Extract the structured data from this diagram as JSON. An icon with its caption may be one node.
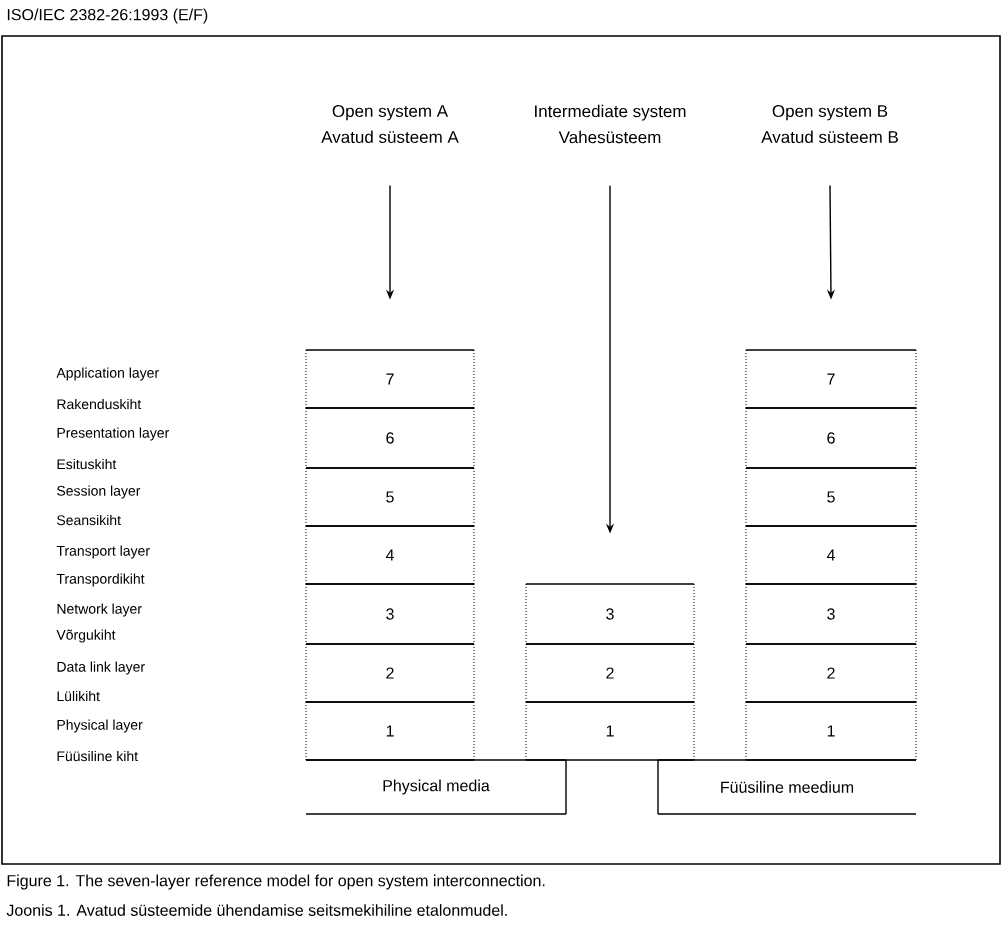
{
  "diagram": {
    "title": "ISO/IEC 2382-26:1993 (E/F)",
    "caption": "Figure 1. The seven-layer reference model for open system interconnection.",
    "nodes": [
      {
        "text": [
          "Open system A",
          "Avatud süsteem A"
        ]
      },
      {
        "text": [
          "Intermediate system",
          "Vahesüsteem"
        ]
      },
      {
        "text": [
          "Open system B",
          "Avatud süsteem B"
        ]
      },
      {
        "text": [
          "7"
        ]
      },
      {
        "text": [
          "6"
        ]
      },
      {
        "text": [
          "5"
        ]
      },
      {
        "text": [
          "4"
        ]
      },
      {
        "text": [
          "3"
        ]
      },
      {
        "text": [
          "2"
        ]
      },
      {
        "text": [
          "1"
        ]
      },
      {
        "text": [
          "3"
        ]
      },
      {
        "text": [
          "2"
        ]
      },
      {
        "text": [
          "1"
        ]
      },
      {
        "text": [
          "7"
        ]
      },
      {
        "text": [
          "6"
        ]
      },
      {
        "text": [
          "5"
        ]
      },
      {
        "text": [
          "4"
        ]
      },
      {
        "text": [
          "3"
        ]
      },
      {
        "text": [
          "2"
        ]
      },
      {
        "text": [
          "1"
        ]
      },
      {
        "text": [
          "Physical media"
        ]
      },
      {
        "text": [
          "Füüsiline meedium"
        ]
      }
    ],
    "edges": [
      {
        "from": 0,
        "to": 3,
        "arrow": "to"
      },
      {
        "from": 1,
        "to": 10,
        "arrow": "to"
      },
      {
        "from": 2,
        "to": 13,
        "arrow": "to"
      }
    ],
    "labels": [
      "Application layer",
      "Rakenduskiht",
      "Presentation layer",
      "Esituskiht",
      "Session layer",
      "Seansikiht",
      "Transport layer",
      "Transpordikiht",
      "Network layer",
      "Võrgukiht",
      "Data link layer",
      "Lülikiht",
      "Physical layer",
      "Füüsiline kiht",
      "Joonis 1. Avatud süsteemide ühendamise seitsmekihiline etalonmudel."
    ]
  }
}
